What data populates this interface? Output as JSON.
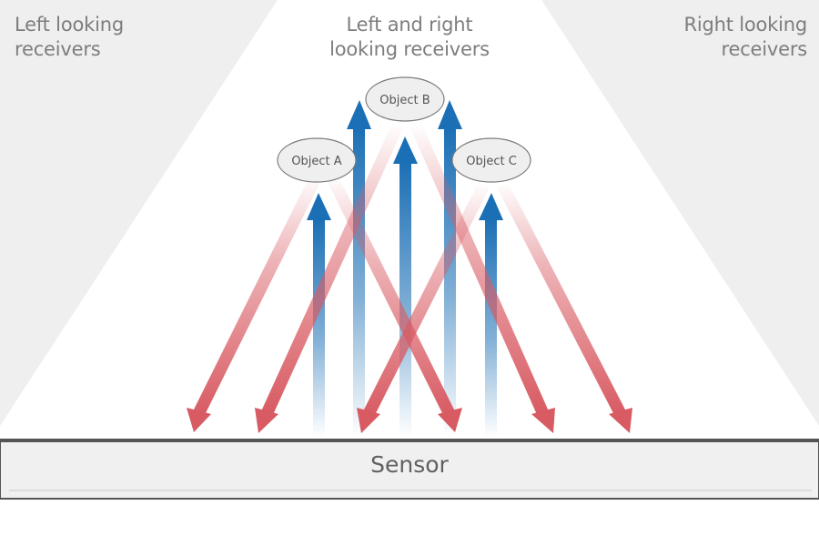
{
  "regions": {
    "left": {
      "line1": "Left looking",
      "line2": "receivers"
    },
    "center": {
      "line1": "Left and right",
      "line2": "looking receivers"
    },
    "right": {
      "line1": "Right looking",
      "line2": "receivers"
    }
  },
  "objects": {
    "a": "Object A",
    "b": "Object B",
    "c": "Object C"
  },
  "sensor": {
    "label": "Sensor"
  },
  "colors": {
    "side_zone": "#efefef",
    "blue_beam": "#1b6fb5",
    "red_beam": "#d85a62",
    "sensor_fill": "#f0f0f0",
    "sensor_border": "#555555"
  }
}
